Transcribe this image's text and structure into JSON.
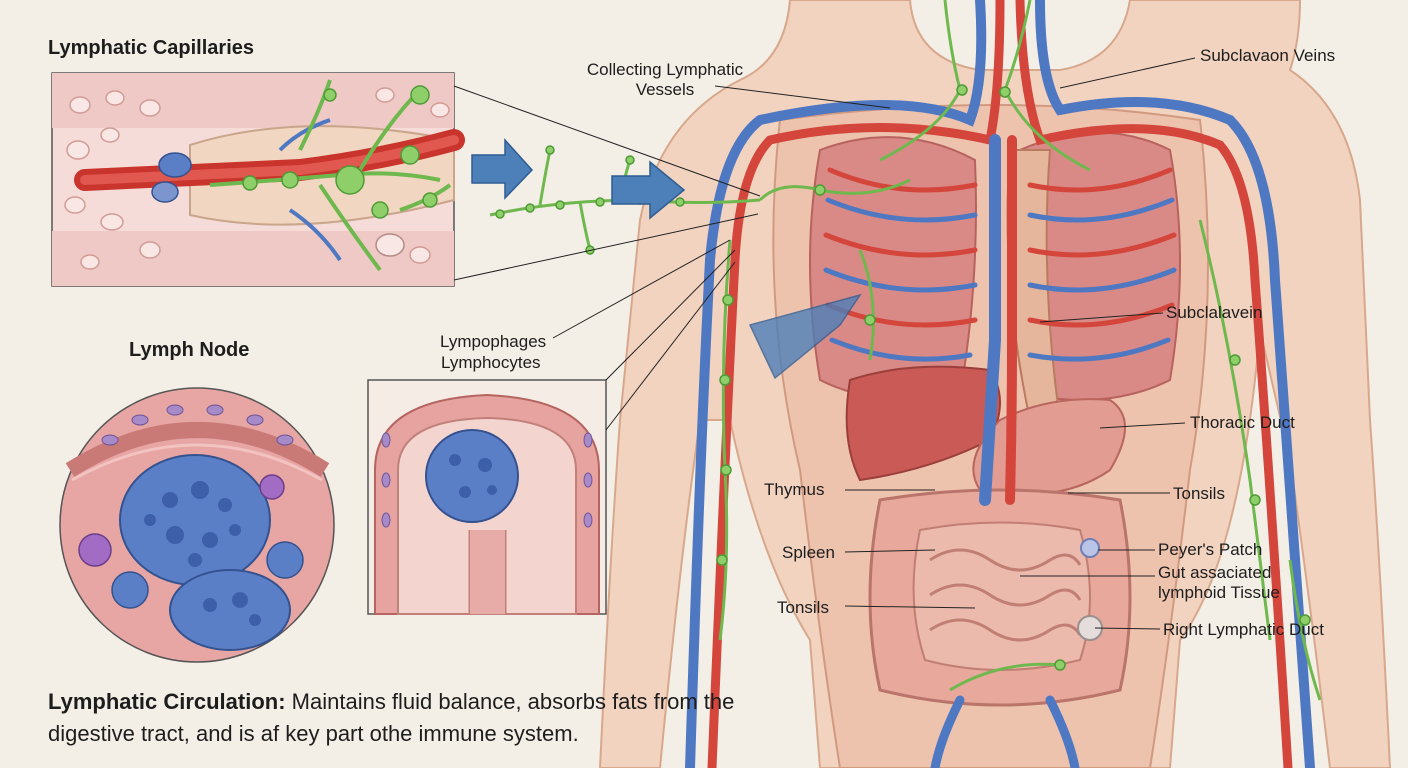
{
  "colors": {
    "artery": "#d4453c",
    "vein": "#4f78c2",
    "lymph": "#6fb84e",
    "skin": "#f2d3c0",
    "organ": "#d98a86",
    "background": "#f4efe6",
    "cell": "#5b7fc6"
  },
  "labels": {
    "capillaries_title": "Lymphatic Capillaries",
    "lymph_node_title": "Lymph Node",
    "collecting_vessels_line1": "Collecting Lymphatic",
    "collecting_vessels_line2": "Vessels",
    "subclavian_veins": "Subclavaon Veins",
    "macrophages": "Lympophages",
    "lymphocytes": "Lymphocytes",
    "subclavian_vein": "Subclalavein",
    "thoracic_duct": "Thoracic Duct",
    "thymus": "Thymus",
    "tonsils_right": "Tonsils",
    "spleen": "Spleen",
    "peyers_patch": "Peyer's Patch",
    "galt_line1": "Gut assaciated",
    "galt_line2": "lymphoid Tissue",
    "tonsils_left": "Tonsils",
    "right_lymphatic_duct": "Right Lymphatic Duct"
  },
  "caption": {
    "lead": "Lymphatic Circulation:",
    "body": " Maintains fluid balance, absorbs fats from the digestive tract, and is af key part othe immune system."
  }
}
